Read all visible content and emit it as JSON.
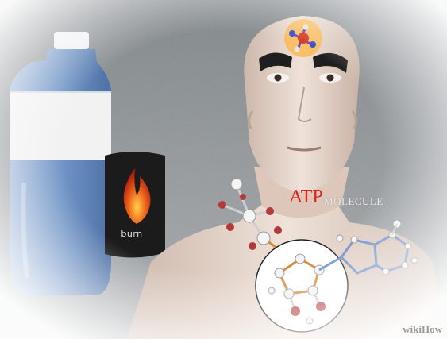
{
  "can": {
    "brand": "burn"
  },
  "molecule": {
    "acronym": "ATP",
    "word": "MOLECULE"
  },
  "watermark": {
    "text": "wikiHow"
  },
  "colors": {
    "background": "#8e9396",
    "bottle_liquid": "#6f95c9",
    "bottle_label": "#f2f2f2",
    "can": "#1b1b1b",
    "flame": "#e8481c",
    "skin": "#e6d6cc",
    "atp_text": "#e2231a",
    "atom_red": "#b23a3a",
    "atom_white": "#f4f4f4",
    "bond_orange": "#d98b3a",
    "ring_blue": "#6c8fc7"
  }
}
